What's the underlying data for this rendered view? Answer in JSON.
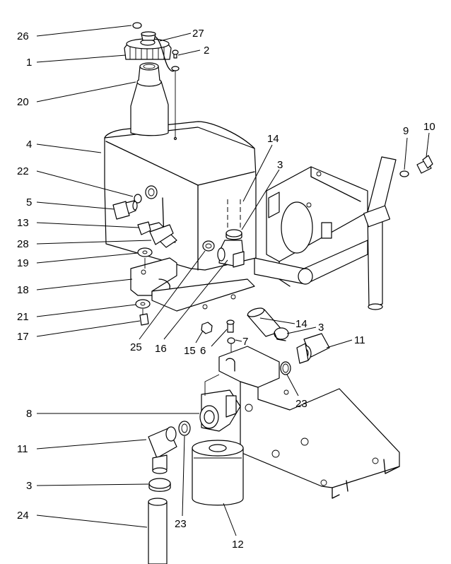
{
  "callouts": {
    "c26": "26",
    "c27": "27",
    "c1": "1",
    "c2": "2",
    "c20": "20",
    "c4": "4",
    "c14a": "14",
    "c3a": "3",
    "c9": "9",
    "c10": "10",
    "c22": "22",
    "c5": "5",
    "c13": "13",
    "c28": "28",
    "c19": "19",
    "c18": "18",
    "c21": "21",
    "c17": "17",
    "c25": "25",
    "c16": "16",
    "c15": "15",
    "c6": "6",
    "c7": "7",
    "c14b": "14",
    "c3b": "3",
    "c11a": "11",
    "c8": "8",
    "c23a": "23",
    "c11b": "11",
    "c3c": "3",
    "c24": "24",
    "c23b": "23",
    "c12": "12"
  }
}
